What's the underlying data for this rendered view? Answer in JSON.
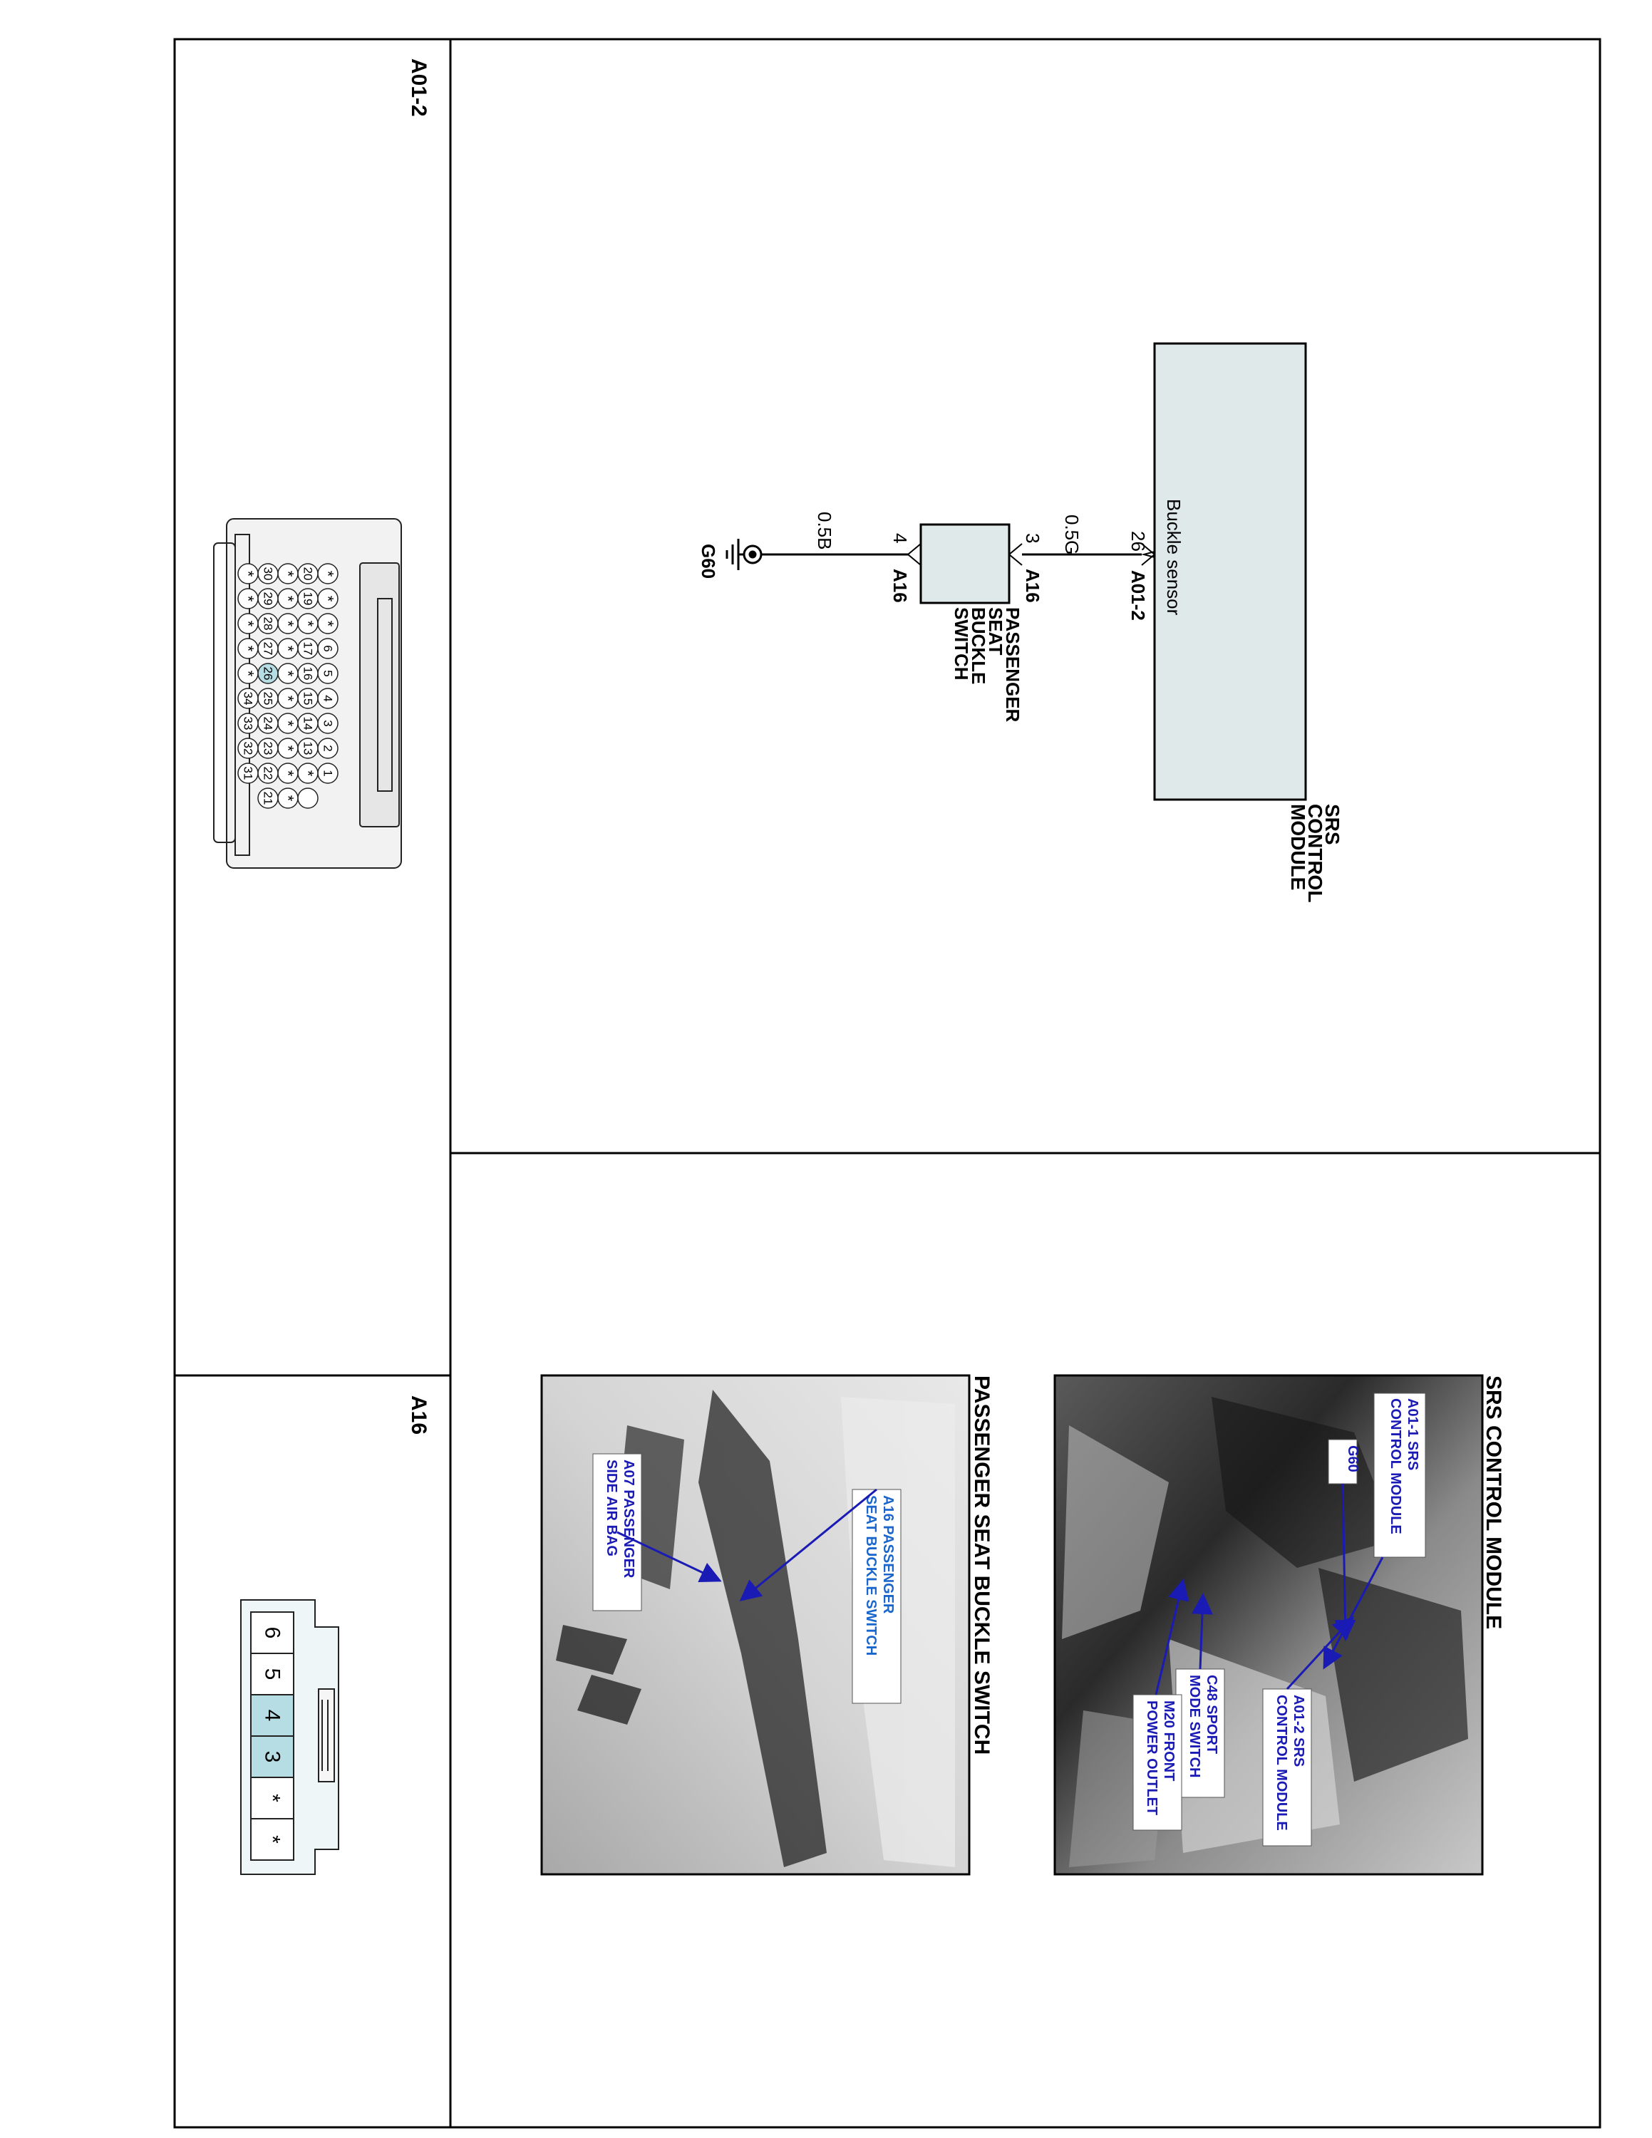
{
  "connector_a01_2": {
    "label": "A01-2",
    "rows": [
      [
        "*",
        "*",
        "*",
        "6",
        "5",
        "4",
        "3",
        "2",
        "1"
      ],
      [
        "20",
        "19",
        "*",
        "17",
        "16",
        "15",
        "14",
        "13",
        "*",
        ""
      ],
      [
        "*",
        "*",
        "*",
        "*",
        "*",
        "*",
        "*",
        "*",
        "*",
        "*"
      ],
      [
        "30",
        "29",
        "28",
        "27",
        "26",
        "25",
        "24",
        "23",
        "22",
        "21"
      ],
      [
        "*",
        "*",
        "*",
        "*",
        "*",
        "34",
        "33",
        "32",
        "31"
      ]
    ],
    "highlighted_pin": "26"
  },
  "connector_a16": {
    "label": "A16",
    "pins": [
      "6",
      "5",
      "4",
      "3",
      "*",
      "*"
    ],
    "highlighted_pins": [
      "4",
      "3"
    ],
    "highlight_color": "#b6dde4"
  },
  "schematic": {
    "module_title_lines": [
      "SRS",
      "CONTROL",
      "MODULE"
    ],
    "module_inner_label": "Buckle sensor",
    "module_fill": "#dfe9e9",
    "module_pin": "26",
    "module_connector": "A01-2",
    "wire_top": "0.5G",
    "switch_pin_top": "3",
    "switch_connector_top": "A16",
    "switch_title_lines": [
      "PASSENGER",
      "SEAT",
      "BUCKLE",
      "SWITCH"
    ],
    "switch_pin_bottom": "4",
    "switch_connector_bottom": "A16",
    "wire_bottom": "0.5B",
    "ground_label": "G60"
  },
  "photos": {
    "srs_title": "SRS CONTROL MODULE",
    "srs_callouts": {
      "a01_1": [
        "A01-1 SRS",
        "CONTROL MODULE"
      ],
      "g60": [
        "G60"
      ],
      "a01_2": [
        "A01-2 SRS",
        "CONTROL MODULE"
      ],
      "c48": [
        "C48 SPORT",
        "MODE SWITCH"
      ],
      "m20": [
        "M20 FRONT",
        "POWER OUTLET"
      ]
    },
    "buckle_title": "PASSENGER SEAT BUCKLE SWITCH",
    "buckle_callouts": {
      "a16": [
        "A16 PASSENGER",
        "SEAT BUCKLE SWITCH"
      ],
      "a07": [
        "A07 PASSENGER",
        "SIDE AIR BAG"
      ]
    },
    "callout_color": "#1a1ab4"
  }
}
